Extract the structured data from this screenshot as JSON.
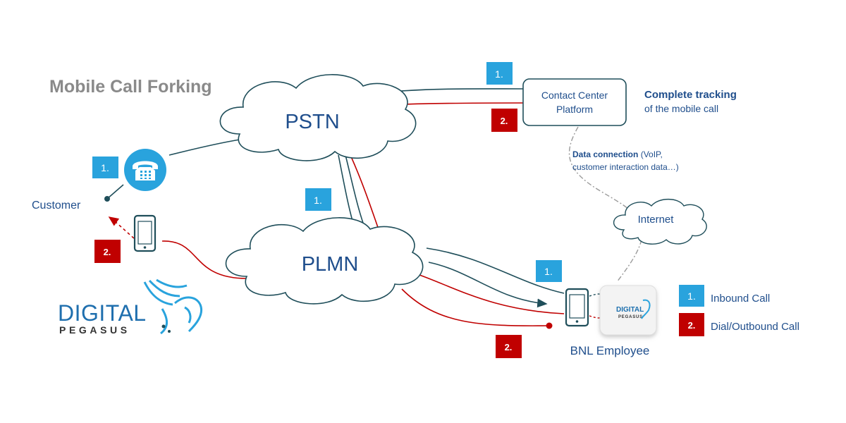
{
  "title": "Mobile Call Forking",
  "clouds": {
    "pstn": "PSTN",
    "plmn": "PLMN",
    "internet": "Internet"
  },
  "contact_center": {
    "line1": "Contact Center",
    "line2": "Platform"
  },
  "tracking": {
    "bold": "Complete tracking",
    "rest": "of the mobile call"
  },
  "data_connection": {
    "bold": "Data connection",
    "rest1": " (VoIP,",
    "rest2": "customer interaction data…)"
  },
  "customer_label": "Customer",
  "employee_label": "BNL Employee",
  "markers": {
    "inbound": "1.",
    "outbound": "2."
  },
  "legend": {
    "inbound_label": "Inbound Call",
    "outbound_label": "Dial/Outbound Call"
  },
  "logo": {
    "line1": "DIGITAL",
    "line2": "PEGASUS"
  },
  "colors": {
    "inbound": "#29a3dd",
    "outbound": "#c00000",
    "text_blue": "#1f4e8c",
    "line_dark": "#1f4e5a",
    "title_gray": "#8a8a8a"
  },
  "icons": {
    "customer_phone": "telephone-icon",
    "customer_mobile": "mobile-phone-icon",
    "employee_mobile": "mobile-phone-icon",
    "server": "server-appliance-icon",
    "logo": "pegasus-logo-icon"
  }
}
